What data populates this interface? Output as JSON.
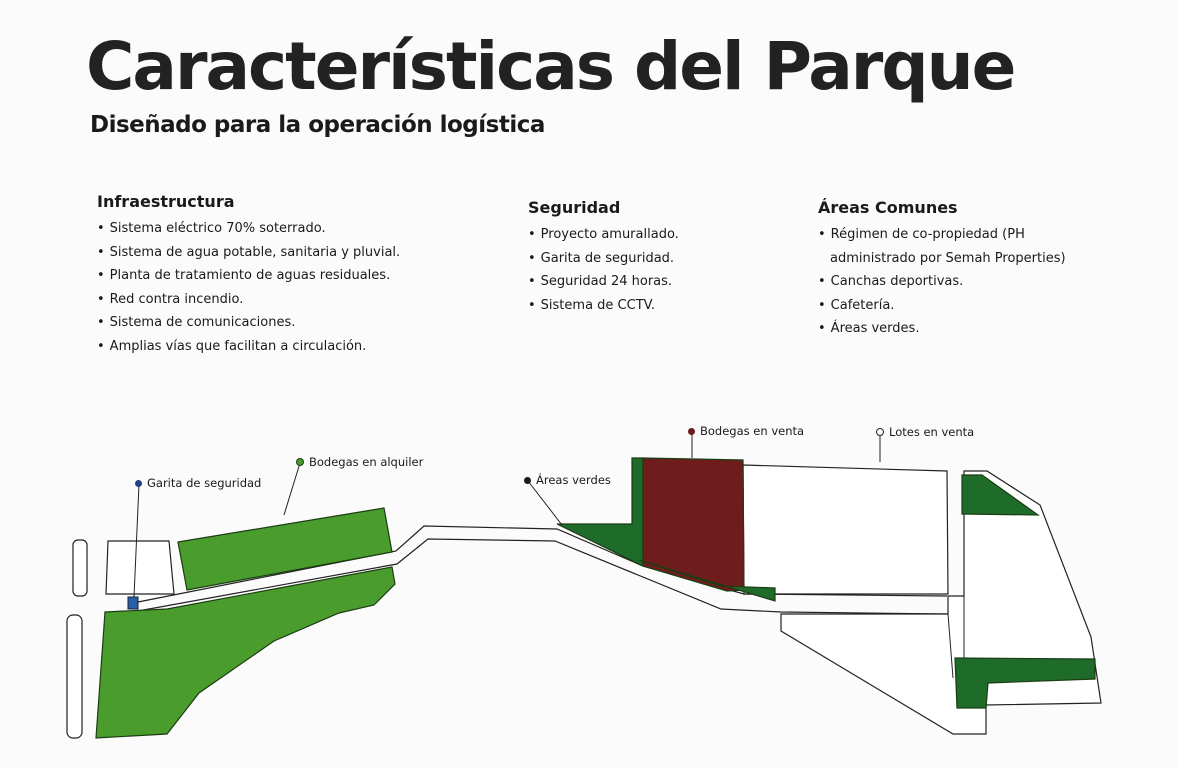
{
  "header": {
    "title": "Características del Parque",
    "subtitle": "Diseñado para la operación logística"
  },
  "sections": [
    {
      "heading": "Infraestructura",
      "items": [
        "Sistema eléctrico 70% soterrado.",
        "Sistema de agua potable, sanitaria y pluvial.",
        "Planta de tratamiento de aguas residuales.",
        "Red contra incendio.",
        "Sistema de comunicaciones.",
        "Amplias vías que facilitan a circulación."
      ]
    },
    {
      "heading": "Seguridad",
      "items": [
        "Proyecto amurallado.",
        "Garita de seguridad.",
        "Seguridad 24 horas.",
        "Sistema de CCTV."
      ]
    },
    {
      "heading": "Áreas Comunes",
      "items": [
        "Régimen de co-propiedad (PH",
        "administrado por Semah Properties)",
        "Canchas deportivas.",
        "Cafetería.",
        "Áreas verdes."
      ]
    }
  ],
  "map": {
    "bullet": "•",
    "legend": {
      "garita": {
        "label": "Garita de seguridad",
        "color": "#1f3f86"
      },
      "alquiler": {
        "label": "Bodegas en alquiler",
        "color": "#4a9d2c"
      },
      "verdes": {
        "label": "Áreas verdes",
        "color": "#1a1a1a"
      },
      "venta": {
        "label": "Bodegas en venta",
        "color": "#6b1a1c"
      },
      "lotes": {
        "label": "Lotes en venta",
        "color": "#ffffff"
      }
    },
    "colors": {
      "light_green": "#4a9d2c",
      "dark_green": "#1e6b2a",
      "maroon": "#6f1c1d",
      "blue": "#2a5fa8"
    }
  }
}
